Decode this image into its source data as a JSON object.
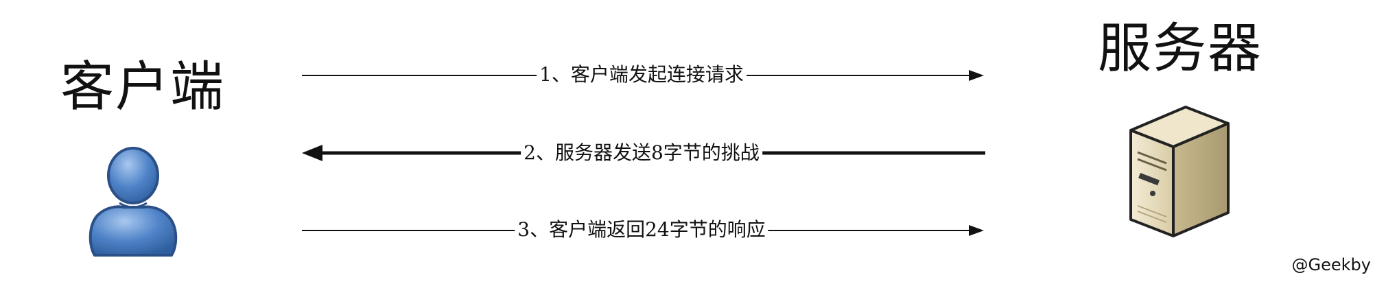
{
  "actors": {
    "client": {
      "label": "客户端"
    },
    "server": {
      "label": "服务器"
    }
  },
  "messages": [
    {
      "label": "1、客户端发起连接请求",
      "direction": "client-to-server"
    },
    {
      "label": "2、服务器发送8字节的挑战",
      "direction": "server-to-client"
    },
    {
      "label": "3、客户端返回24字节的响应",
      "direction": "client-to-server"
    }
  ],
  "watermark": "@Geekby",
  "colors": {
    "line": "#111111",
    "user_body": "#4f83c8",
    "user_outline": "#2b4f87",
    "server_body": "#e6dcc0",
    "server_outline": "#222222"
  },
  "icons": {
    "client": "user-icon",
    "server": "server-icon"
  }
}
